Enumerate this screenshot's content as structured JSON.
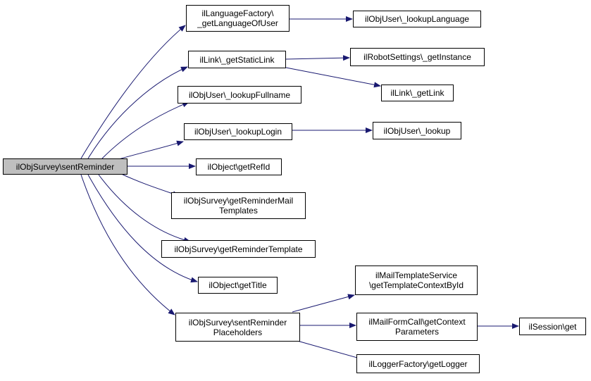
{
  "nodes": {
    "root": "ilObjSurvey\\sentReminder",
    "lang_factory": "ilLanguageFactory\\\n_getLanguageOfUser",
    "lookup_language": "ilObjUser\\_lookupLanguage",
    "static_link": "ilLink\\_getStaticLink",
    "robot_settings": "ilRobotSettings\\_getInstance",
    "get_link": "ilLink\\_getLink",
    "lookup_fullname": "ilObjUser\\_lookupFullname",
    "lookup_login": "ilObjUser\\_lookupLogin",
    "lookup": "ilObjUser\\_lookup",
    "get_ref_id": "ilObject\\getRefId",
    "reminder_mail_templates": "ilObjSurvey\\getReminderMail\nTemplates",
    "reminder_template": "ilObjSurvey\\getReminderTemplate",
    "get_title": "ilObject\\getTitle",
    "reminder_placeholders": "ilObjSurvey\\sentReminder\nPlaceholders",
    "mail_template_service": "ilMailTemplateService\n\\getTemplateContextById",
    "mail_form_call": "ilMailFormCall\\getContext\nParameters",
    "session_get": "ilSession\\get",
    "logger_factory": "ilLoggerFactory\\getLogger"
  },
  "colors": {
    "edge": "#191970",
    "node_border": "#000000",
    "root_fill": "#bfbfbf"
  }
}
